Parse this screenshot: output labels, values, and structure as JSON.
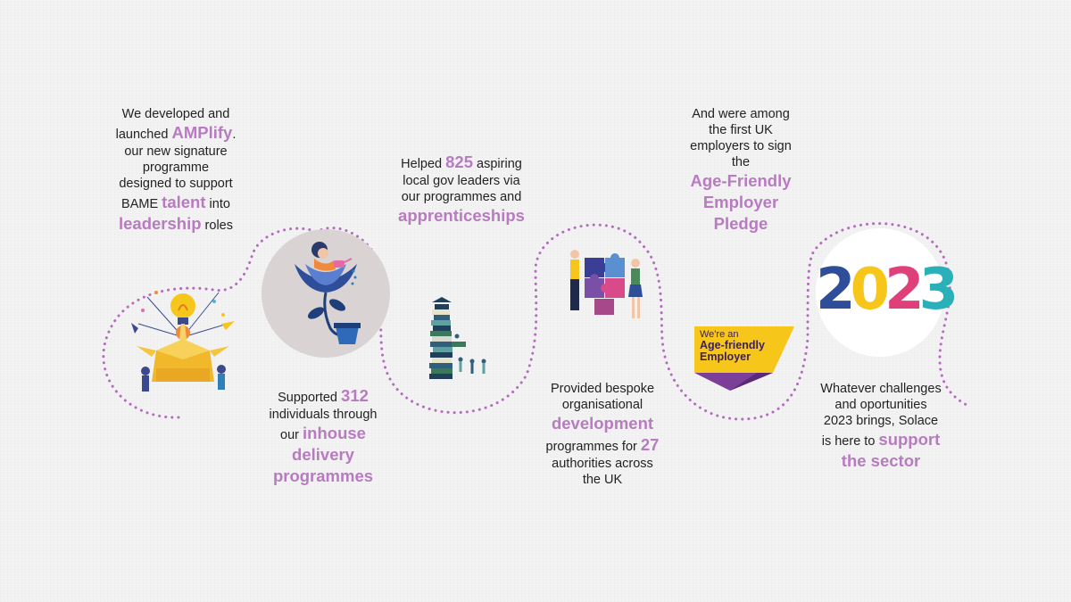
{
  "colors": {
    "accent": "#b77bbf",
    "dots": "#b36bbd",
    "background": "#f3f3f4",
    "yellow": "#f7c61a",
    "purple": "#7b3f98"
  },
  "block1": {
    "l1": "We developed and",
    "l2a": "launched ",
    "l2hl": "AMPlify",
    "l2b": ".",
    "l3": "our new signature",
    "l4": "programme",
    "l5": "designed to support",
    "l6a": "BAME ",
    "l6hl": "talent",
    "l6b": " into",
    "l7hl": "leadership",
    "l7b": " roles"
  },
  "block2": {
    "l1a": "Supported  ",
    "l1hl": "312",
    "l2": "individuals through",
    "l3a": "our ",
    "l3hl": "inhouse",
    "l4hl": "delivery",
    "l5hl": "programmes"
  },
  "block3": {
    "l1a": "Helped ",
    "l1hl": "825",
    "l1b": " aspiring",
    "l2": "local gov leaders via",
    "l3": "our programmes and",
    "l4hl": "apprenticeships"
  },
  "block4": {
    "l1": "Provided bespoke",
    "l2": "organisational",
    "l3hl": "development",
    "l4a": "programmes for ",
    "l4hl": "27",
    "l5": "authorities across",
    "l6": "the UK"
  },
  "block5": {
    "l1": "And were among",
    "l2": "the first UK",
    "l3": "employers to sign",
    "l4": "the",
    "l5hl": "Age-Friendly",
    "l6hl": "Employer",
    "l7hl": "Pledge"
  },
  "badge": {
    "l1": "We're an",
    "l2": "Age-friendly",
    "l3": "Employer"
  },
  "year": {
    "d1": "2",
    "d2": "0",
    "d3": "2",
    "d4": "3"
  },
  "block6": {
    "l1": "Whatever challenges",
    "l2": "and oportunities",
    "l3": "2023 brings, Solace",
    "l4a": "is here to ",
    "l4hl": "support",
    "l5hl": "the sector"
  }
}
